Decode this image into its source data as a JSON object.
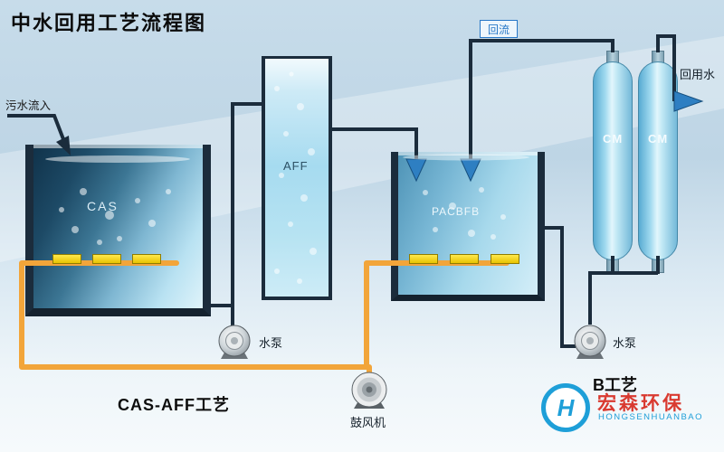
{
  "title": "中水回用工艺流程图",
  "flow_labels": {
    "inflow": "污水流入",
    "reflux": "回流",
    "reuse_water": "回用水"
  },
  "equipment": {
    "tank1": "CAS",
    "aff_column": "AFF",
    "tank2": "PACBFB",
    "cm_column_1": "CM",
    "cm_column_2": "CM",
    "pump1": "水泵",
    "blower": "鼓风机",
    "pump2": "水泵"
  },
  "process_labels": {
    "process1": "CAS-AFF工艺",
    "process2": "B工艺"
  },
  "logo": {
    "mark": "H",
    "name_cn": "宏森环保",
    "name_en": "HONGSENHUANBAO"
  },
  "colors": {
    "pipe_orange": "#f2a53a",
    "line_dark": "#1b2c3c",
    "arrow_blue": "#2e7fc2",
    "diffuser_yellow": "#f2d500",
    "logo_blue": "#1e9fd8",
    "logo_red": "#d93a30",
    "background_blue": "#c7dcea"
  }
}
